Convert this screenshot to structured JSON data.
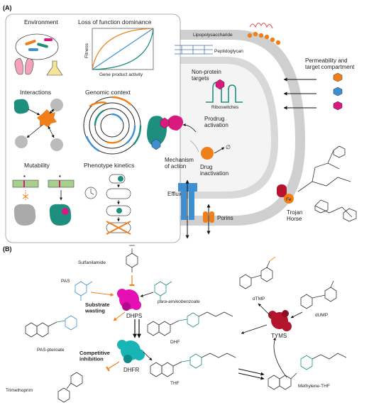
{
  "panel_a": {
    "label": "(A)",
    "box_titles": {
      "environment": "Environment",
      "lof": "Loss of function dominance",
      "interactions": "Interactions",
      "genomic": "Genomic context",
      "mutability": "Mutability",
      "phenotype": "Phenotype kinetics"
    },
    "lof_axes": {
      "y": "Fitness",
      "x": "Gene product activity"
    },
    "mutability_marks": [
      "*",
      "*"
    ],
    "cell": {
      "lps": "Lipopolysaccharide",
      "peptidoglycan": "Peptidoglycan",
      "non_protein": "Non-protein\ntargets",
      "riboswitches": "Riboswitches",
      "permeability": "Permeability and\ntarget compartment",
      "prodrug": "Prodrug\nactivation",
      "moa": "Mechanism\nof action",
      "inactivation": "Drug\ninactivation",
      "null_symbol": "∅",
      "efflux": "Efflux",
      "porins": "Porins",
      "trojan": "Trojan\nHorse",
      "fe": "Fe"
    }
  },
  "panel_b": {
    "label": "(B)",
    "sulfanilamide": "Sulfanilamide",
    "pas": "PAS",
    "paba": "para-aminobenzoate",
    "substrate_wasting": "Substrate\nwasting",
    "dhps": "DHPS",
    "dhf": "DHF",
    "pas_pteroate": "PAS-pteroate",
    "competitive": "Competitive\ninhibition",
    "dhfr": "DHFR",
    "thf": "THF",
    "trimethoprim": "Trimethoprim",
    "dtmp": "dTMP",
    "dump": "dUMP",
    "tyms": "TYMS",
    "methylene_thf": "Methylene-THF"
  },
  "colors": {
    "teal": "#1e8e7e",
    "orange": "#f07f1a",
    "magenta": "#d9197e",
    "pink_enzyme": "#e60fb4",
    "cyan_enzyme": "#19b4b4",
    "red_enzyme": "#b4142d",
    "blue": "#3d8fd1",
    "membrane": "#bdbdbd"
  }
}
